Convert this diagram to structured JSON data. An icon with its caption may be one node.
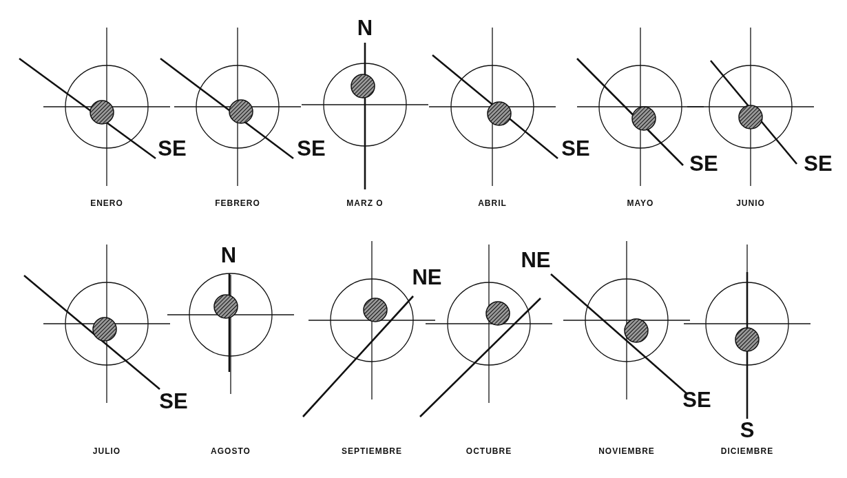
{
  "diagram": {
    "labels": [
      "N",
      "SE",
      "SE",
      "SE",
      "SE",
      "SE",
      "ENERO",
      "FEBRERO",
      "MARZ O",
      "ABRIL",
      "MAYO",
      "JUNIO",
      "N",
      "NE",
      "NE",
      "SE",
      "SE",
      "S",
      "JULIO",
      "AGOSTO",
      "SEPTIEMBRE",
      "OCTUBRE",
      "NOVIEMBRE",
      "DICIEMBRE"
    ]
  }
}
